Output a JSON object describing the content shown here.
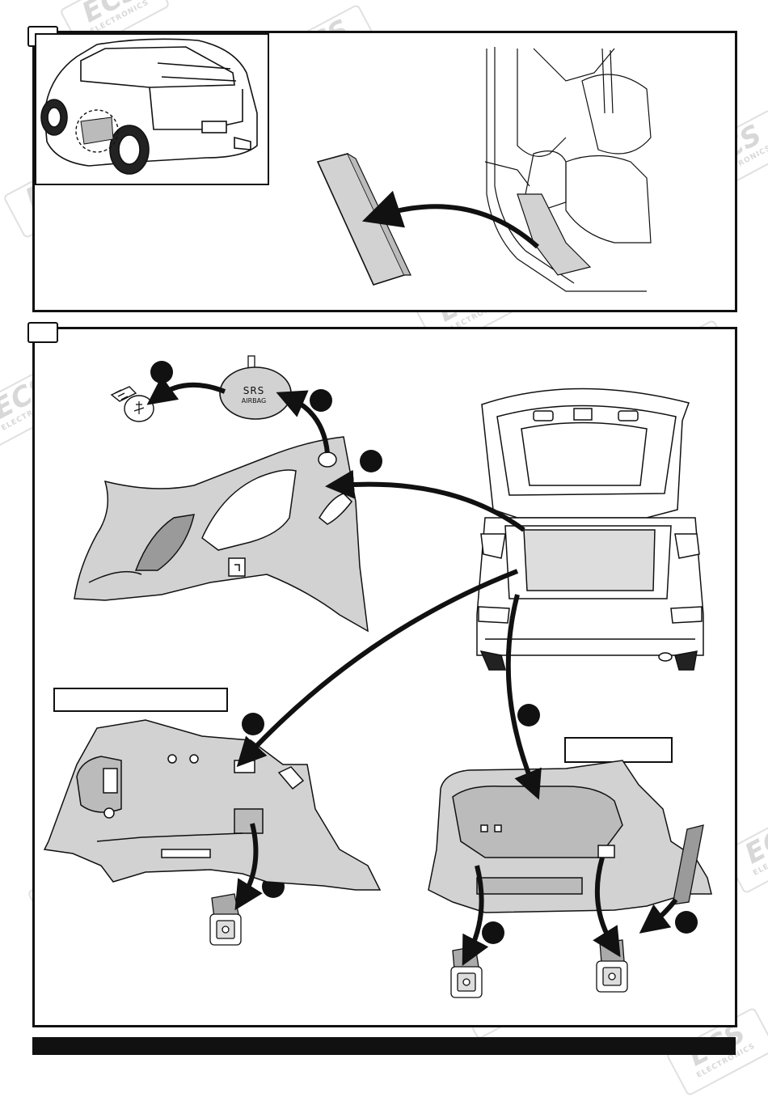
{
  "airbag_cover": {
    "line1": "SRS",
    "line2": "AIRBAG"
  },
  "watermark": {
    "brand": "ECS",
    "subtitle": "ELECTRONICS"
  },
  "colors": {
    "trim": "#d2d2d2",
    "trim_dark": "#9a9a9a",
    "ink": "#111111",
    "watermark": "#cfcfcf"
  }
}
